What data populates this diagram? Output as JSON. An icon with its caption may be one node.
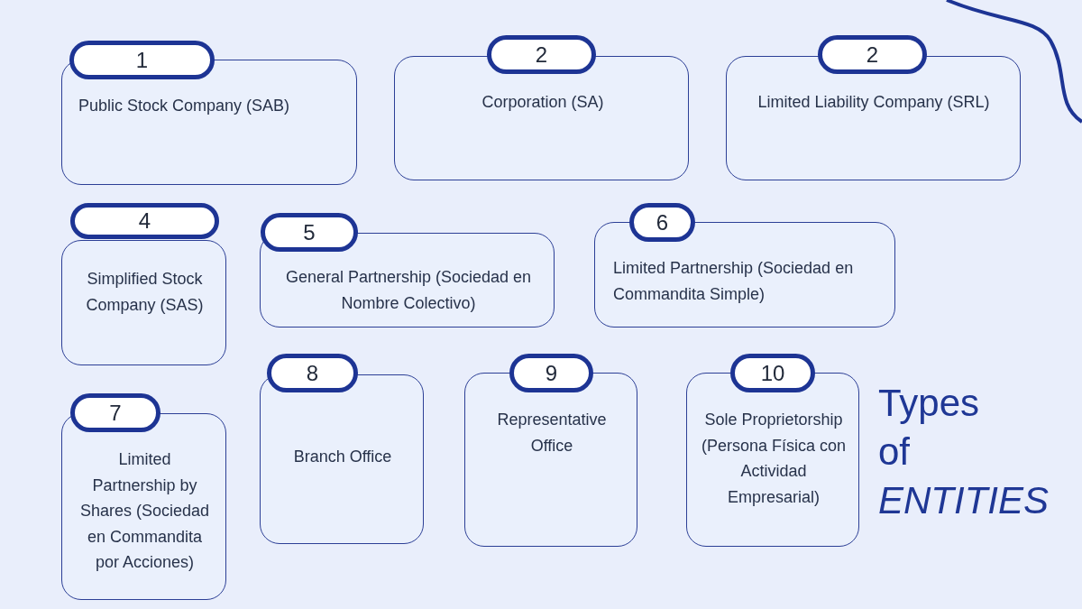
{
  "diagram": {
    "title": "Types of *ENTITIES*",
    "nodes": [
      {
        "text": [
          "1"
        ]
      },
      {
        "text": [
          "Public Stock Company (SAB)"
        ]
      },
      {
        "text": [
          "2"
        ]
      },
      {
        "text": [
          "Corporation (SA)"
        ]
      },
      {
        "text": [
          "2"
        ]
      },
      {
        "text": [
          "Limited Liability Company (SRL)"
        ]
      },
      {
        "text": [
          "4"
        ]
      },
      {
        "text": [
          "Simplified Stock Company (SAS)"
        ]
      },
      {
        "text": [
          "5"
        ]
      },
      {
        "text": [
          "General Partnership (Sociedad en Nombre Colectivo)"
        ]
      },
      {
        "text": [
          "6"
        ]
      },
      {
        "text": [
          "Limited Partnership (Sociedad en Commandita Simple)"
        ]
      },
      {
        "text": [
          "7"
        ]
      },
      {
        "text": [
          "Limited Partnership by Shares (Sociedad en Commandita por Acciones)"
        ]
      },
      {
        "text": [
          "8"
        ]
      },
      {
        "text": [
          "Branch Office"
        ]
      },
      {
        "text": [
          "9"
        ]
      },
      {
        "text": [
          "Representative Office"
        ]
      },
      {
        "text": [
          "10"
        ]
      },
      {
        "text": [
          "Sole Proprietorship (Persona Física con Actividad Empresarial)"
        ]
      }
    ]
  }
}
